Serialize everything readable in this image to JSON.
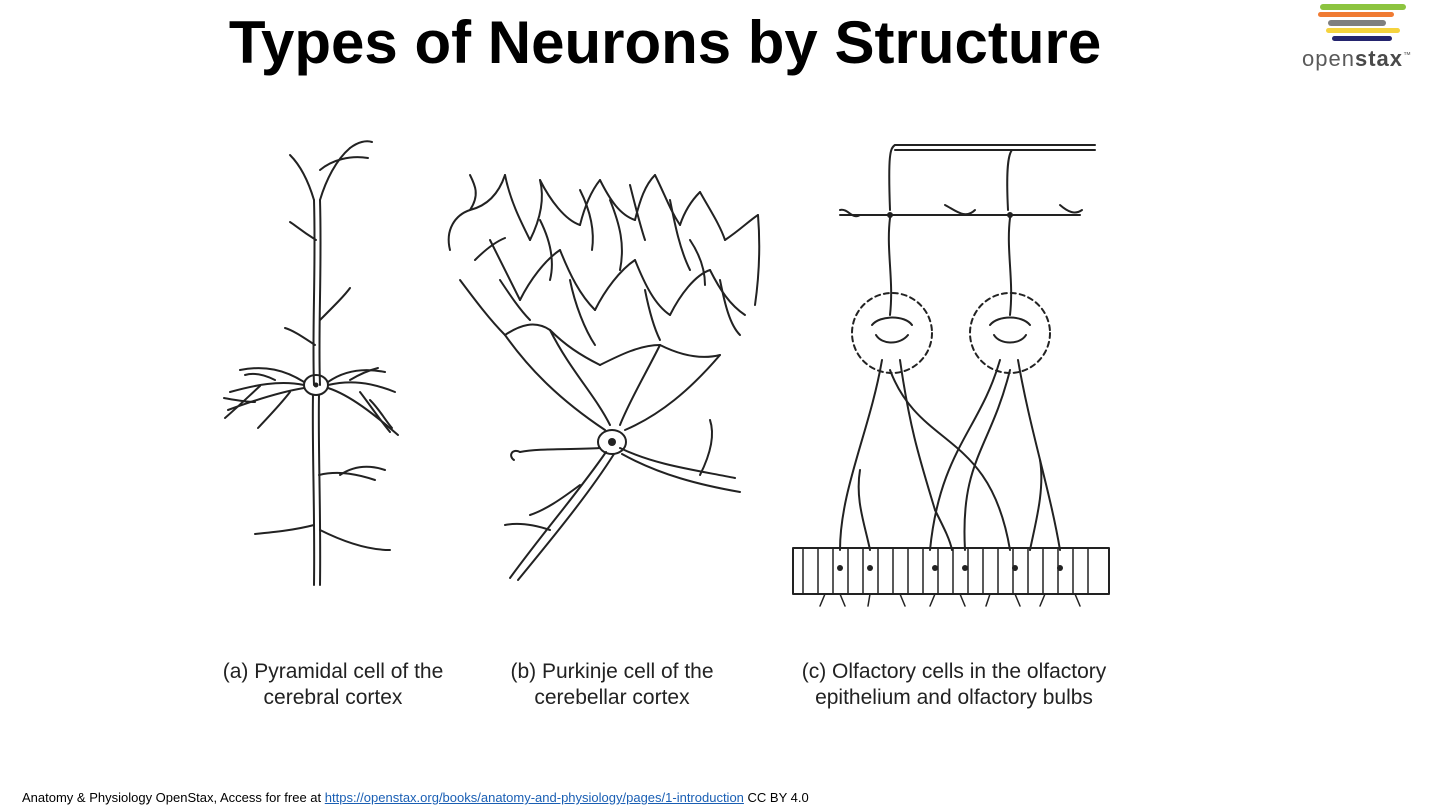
{
  "slide": {
    "title": "Types of Neurons by Structure"
  },
  "logo": {
    "text_light": "open",
    "text_bold": "stax",
    "trademark": "™",
    "bar_colors": [
      "#8cc43f",
      "#f07b33",
      "#7f7f7f",
      "#f5d33e",
      "#24246e"
    ]
  },
  "figure": {
    "captions": [
      {
        "line1": "(a) Pyramidal cell of the",
        "line2": "cerebral cortex"
      },
      {
        "line1": "(b) Purkinje cell of the",
        "line2": "cerebellar cortex"
      },
      {
        "line1": "(c) Olfactory cells in the olfactory",
        "line2": "epithelium and olfactory bulbs"
      }
    ]
  },
  "footer": {
    "prefix": "Anatomy & Physiology OpenStax, Access for free at ",
    "link": "https://openstax.org/books/anatomy-and-physiology/pages/1-introduction",
    "suffix": " CC BY 4.0"
  }
}
